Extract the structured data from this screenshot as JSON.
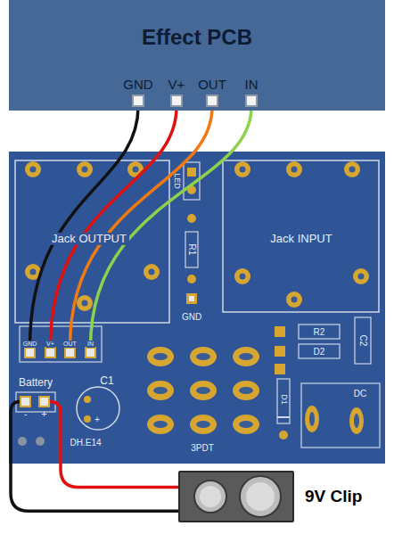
{
  "diagram": {
    "nodes": [
      {
        "text": [
          "Effect PCB"
        ]
      },
      {
        "text": [
          "GND"
        ],
        "in": 0
      },
      {
        "text": [
          "V+"
        ],
        "in": 0
      },
      {
        "text": [
          "OUT"
        ],
        "in": 0
      },
      {
        "text": [
          "IN"
        ],
        "in": 0
      },
      {
        "text": [
          "GND"
        ]
      },
      {
        "text": [
          "V+"
        ]
      },
      {
        "text": [
          "OUT"
        ]
      },
      {
        "text": [
          "IN"
        ]
      },
      {
        "text": [
          "-"
        ]
      },
      {
        "text": [
          "+"
        ]
      },
      {
        "text": [
          "9V Clip"
        ]
      }
    ],
    "edges": [
      {
        "from": 1,
        "to": 5,
        "arrow": "none"
      },
      {
        "from": 2,
        "to": 6,
        "arrow": "none"
      },
      {
        "from": 3,
        "to": 7,
        "arrow": "none"
      },
      {
        "from": 4,
        "to": 8,
        "arrow": "none"
      },
      {
        "from": 9,
        "to": 11,
        "arrow": "none"
      },
      {
        "from": 10,
        "to": 11,
        "arrow": "none"
      }
    ],
    "labels": [
      "Jack OUTPUT",
      "Jack INPUT",
      "LED",
      "R1",
      "GND",
      "R2",
      "D2",
      "C2",
      "D1",
      "DC",
      "3PDT",
      "C1",
      "+",
      "Battery",
      "DH.E14"
    ]
  }
}
